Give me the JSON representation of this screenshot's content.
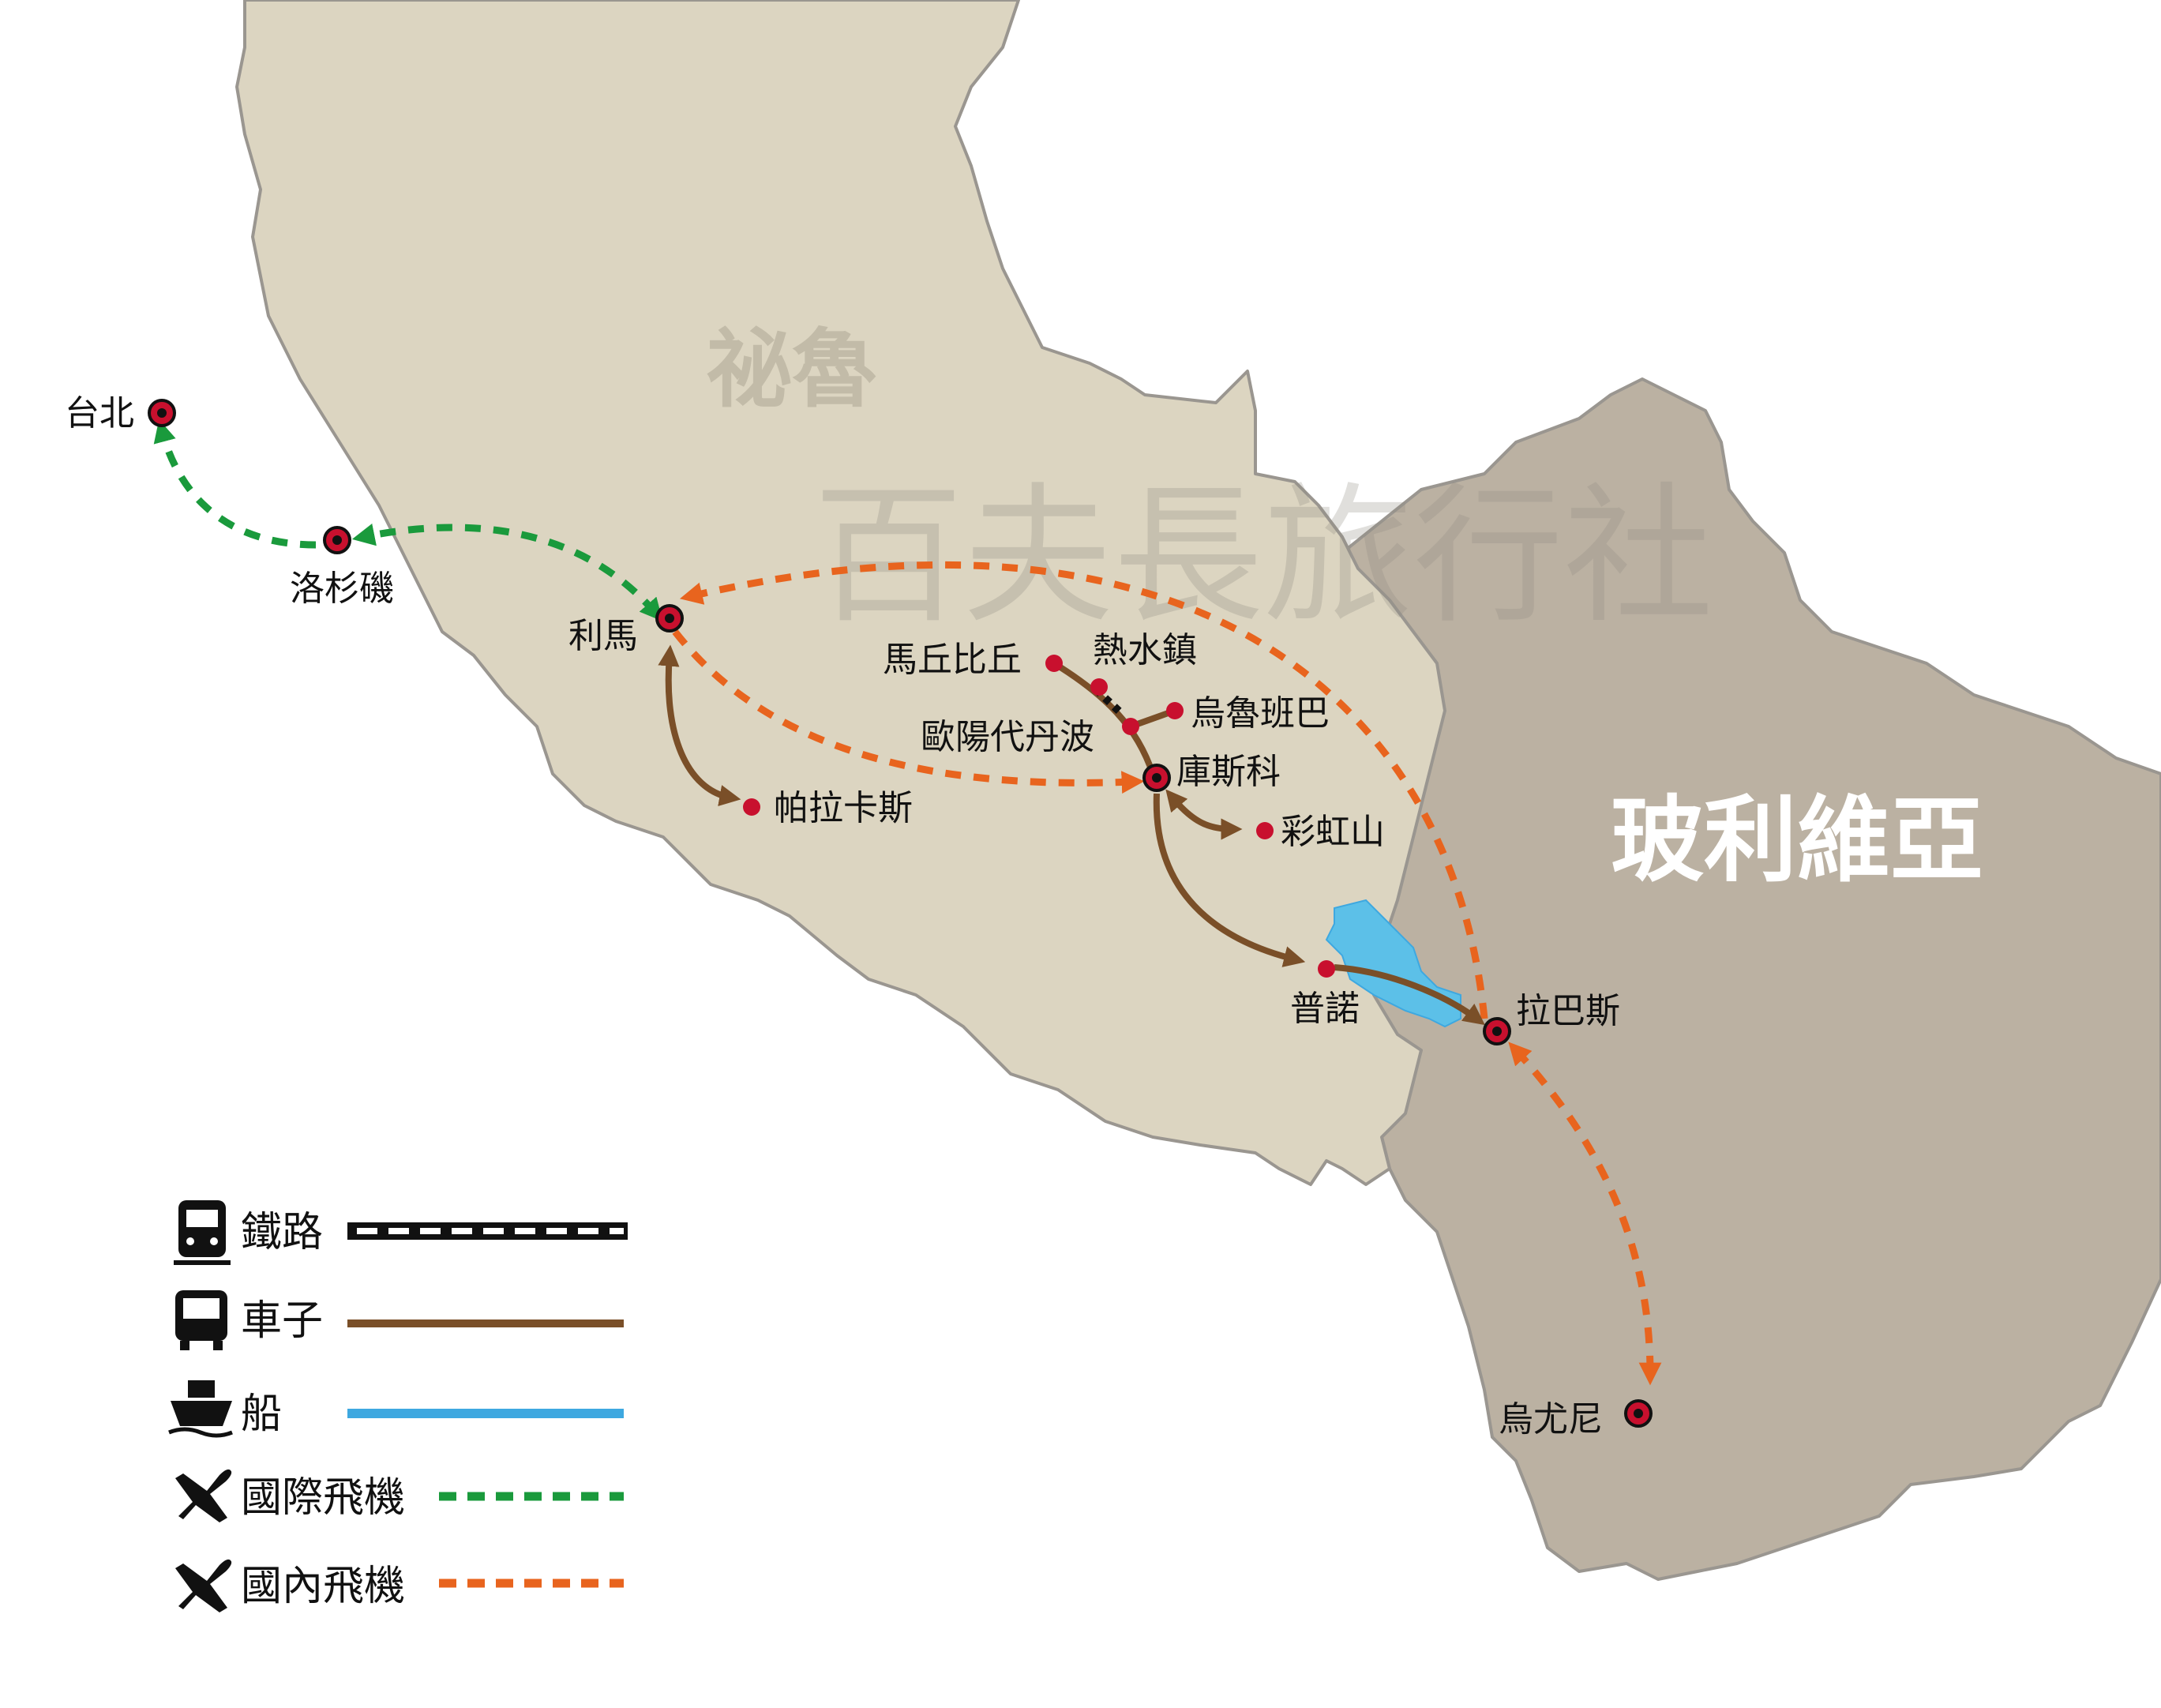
{
  "map": {
    "countries": {
      "peru": "祕魯",
      "bolivia": "玻利維亞"
    },
    "watermark": "百夫長旅行社",
    "colors": {
      "peru_fill": "#dcd5c1",
      "bolivia_fill": "#bbb1a2",
      "border": "#9a9690",
      "lake": "#5cc0e8",
      "international_flight": "#1a9a3c",
      "domestic_flight": "#e8641e",
      "road": "#7a4f28",
      "boat": "#3ea8e0",
      "marker": "#c8102e"
    },
    "cities": {
      "taipei": "台北",
      "los_angeles": "洛杉磯",
      "lima": "利馬",
      "machu_picchu": "馬丘比丘",
      "aguas_calientes": "熱水鎮",
      "urubamba": "烏魯班巴",
      "ollantaytambo": "歐陽代丹波",
      "cusco": "庫斯科",
      "paracas": "帕拉卡斯",
      "rainbow_mountain": "彩虹山",
      "puno": "普諾",
      "la_paz": "拉巴斯",
      "uyuni": "烏尤尼"
    }
  },
  "legend": {
    "railway": {
      "label": "鐵路",
      "icon": "train-icon"
    },
    "car": {
      "label": "車子",
      "icon": "bus-icon"
    },
    "boat": {
      "label": "船",
      "icon": "ship-icon"
    },
    "international_flight": {
      "label": "國際飛機",
      "icon": "airplane-icon"
    },
    "domestic_flight": {
      "label": "國內飛機",
      "icon": "airplane-icon"
    }
  }
}
